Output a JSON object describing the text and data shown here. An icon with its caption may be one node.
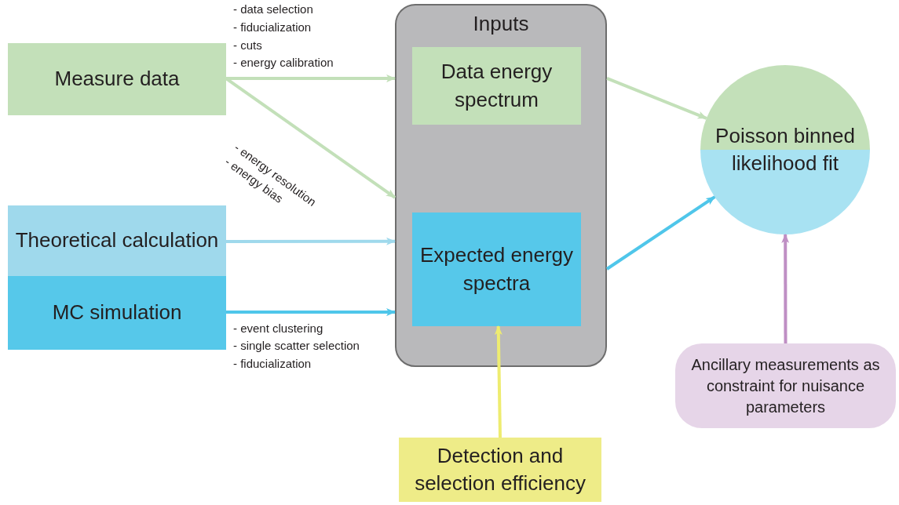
{
  "diagram": {
    "nodes": [
      {
        "text": [
          "Measure data"
        ]
      },
      {
        "text": [
          "Theoretical calculation"
        ]
      },
      {
        "text": [
          "MC simulation"
        ]
      },
      {
        "text": [
          "Inputs"
        ]
      },
      {
        "text": [
          "Data energy spectrum"
        ],
        "in": 3
      },
      {
        "text": [
          "Expected energy spectra"
        ],
        "in": 3
      },
      {
        "text": [
          "Poisson binned likelihood fit"
        ]
      },
      {
        "text": [
          "Ancillary measurements as constraint for nuisance parameters"
        ]
      },
      {
        "text": [
          "Detection and selection efficiency"
        ]
      }
    ],
    "edges": [
      {
        "from": 0,
        "to": 3,
        "arrow": "to",
        "color": "#c3e0b9"
      },
      {
        "from": 0,
        "to": 3,
        "arrow": "to",
        "color": "#c3e0b9"
      },
      {
        "from": 1,
        "to": 3,
        "arrow": "to",
        "color": "#9fd9ec"
      },
      {
        "from": 2,
        "to": 3,
        "arrow": "to",
        "color": "#4fc6ea"
      },
      {
        "from": 3,
        "to": 6,
        "arrow": "to",
        "color": "#c3e0b9"
      },
      {
        "from": 3,
        "to": 6,
        "arrow": "to",
        "color": "#4fc6ea"
      },
      {
        "from": 7,
        "to": 6,
        "arrow": "to",
        "color": "#bf8fc4"
      },
      {
        "from": 8,
        "to": 5,
        "arrow": "to",
        "color": "#eeec70"
      }
    ],
    "labels": [
      "- data selection",
      "- fiducialization",
      "- cuts",
      "- energy calibration",
      "- energy resolution",
      "- energy bias",
      "- event clustering",
      "- single scatter selection",
      "- fiducialization"
    ]
  }
}
